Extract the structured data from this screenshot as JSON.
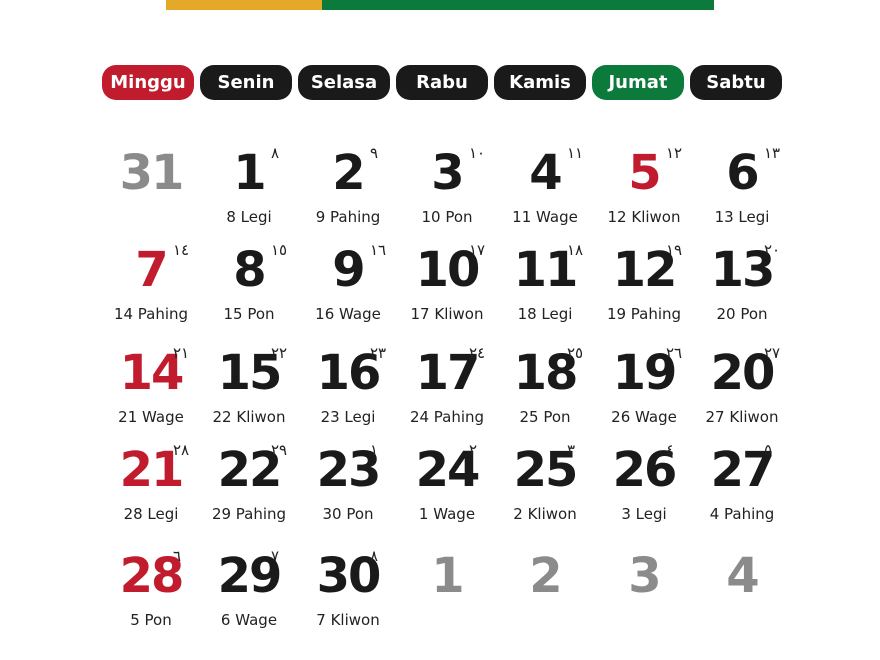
{
  "colors": {
    "sunday_red": "#c01c2e",
    "friday_green": "#0b7a3b",
    "header_black": "#1a1a1a",
    "accent_yellow": "#e5a92a",
    "muted_grey": "#8b8b8b"
  },
  "weekdays": [
    "Minggu",
    "Senin",
    "Selasa",
    "Rabu",
    "Kamis",
    "Jumat",
    "Sabtu"
  ],
  "weeks": [
    [
      {
        "day": "31",
        "pasaran": "",
        "arabic": "",
        "tone": "grey"
      },
      {
        "day": "1",
        "pasaran": "8 Legi",
        "arabic": "٨",
        "tone": "black"
      },
      {
        "day": "2",
        "pasaran": "9 Pahing",
        "arabic": "٩",
        "tone": "black"
      },
      {
        "day": "3",
        "pasaran": "10 Pon",
        "arabic": "١٠",
        "tone": "black"
      },
      {
        "day": "4",
        "pasaran": "11 Wage",
        "arabic": "١١",
        "tone": "black"
      },
      {
        "day": "5",
        "pasaran": "12 Kliwon",
        "arabic": "١٢",
        "tone": "red"
      },
      {
        "day": "6",
        "pasaran": "13 Legi",
        "arabic": "١٣",
        "tone": "black"
      }
    ],
    [
      {
        "day": "7",
        "pasaran": "14 Pahing",
        "arabic": "١٤",
        "tone": "red"
      },
      {
        "day": "8",
        "pasaran": "15 Pon",
        "arabic": "١٥",
        "tone": "black"
      },
      {
        "day": "9",
        "pasaran": "16 Wage",
        "arabic": "١٦",
        "tone": "black"
      },
      {
        "day": "10",
        "pasaran": "17 Kliwon",
        "arabic": "١٧",
        "tone": "black"
      },
      {
        "day": "11",
        "pasaran": "18 Legi",
        "arabic": "١٨",
        "tone": "black"
      },
      {
        "day": "12",
        "pasaran": "19 Pahing",
        "arabic": "١٩",
        "tone": "black"
      },
      {
        "day": "13",
        "pasaran": "20 Pon",
        "arabic": "٢٠",
        "tone": "black"
      }
    ],
    [
      {
        "day": "14",
        "pasaran": "21 Wage",
        "arabic": "٢١",
        "tone": "red"
      },
      {
        "day": "15",
        "pasaran": "22 Kliwon",
        "arabic": "٢٢",
        "tone": "black"
      },
      {
        "day": "16",
        "pasaran": "23 Legi",
        "arabic": "٢٣",
        "tone": "black"
      },
      {
        "day": "17",
        "pasaran": "24 Pahing",
        "arabic": "٢٤",
        "tone": "black"
      },
      {
        "day": "18",
        "pasaran": "25 Pon",
        "arabic": "٢٥",
        "tone": "black"
      },
      {
        "day": "19",
        "pasaran": "26 Wage",
        "arabic": "٢٦",
        "tone": "black"
      },
      {
        "day": "20",
        "pasaran": "27 Kliwon",
        "arabic": "٢٧",
        "tone": "black"
      }
    ],
    [
      {
        "day": "21",
        "pasaran": "28 Legi",
        "arabic": "٢٨",
        "tone": "red"
      },
      {
        "day": "22",
        "pasaran": "29 Pahing",
        "arabic": "٢٩",
        "tone": "black"
      },
      {
        "day": "23",
        "pasaran": "30 Pon",
        "arabic": "١",
        "tone": "black"
      },
      {
        "day": "24",
        "pasaran": "1 Wage",
        "arabic": "٢",
        "tone": "black"
      },
      {
        "day": "25",
        "pasaran": "2 Kliwon",
        "arabic": "٣",
        "tone": "black"
      },
      {
        "day": "26",
        "pasaran": "3 Legi",
        "arabic": "٤",
        "tone": "black"
      },
      {
        "day": "27",
        "pasaran": "4 Pahing",
        "arabic": "٥",
        "tone": "black"
      }
    ],
    [
      {
        "day": "28",
        "pasaran": "5 Pon",
        "arabic": "٦",
        "tone": "red"
      },
      {
        "day": "29",
        "pasaran": "6 Wage",
        "arabic": "٧",
        "tone": "black"
      },
      {
        "day": "30",
        "pasaran": "7 Kliwon",
        "arabic": "٨",
        "tone": "black"
      },
      {
        "day": "1",
        "pasaran": "",
        "arabic": "",
        "tone": "grey"
      },
      {
        "day": "2",
        "pasaran": "",
        "arabic": "",
        "tone": "grey"
      },
      {
        "day": "3",
        "pasaran": "",
        "arabic": "",
        "tone": "grey"
      },
      {
        "day": "4",
        "pasaran": "",
        "arabic": "",
        "tone": "grey"
      }
    ]
  ]
}
